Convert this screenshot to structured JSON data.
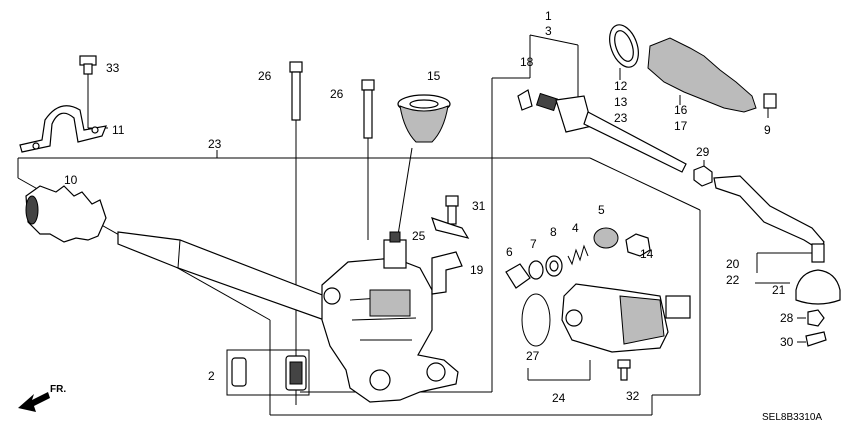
{
  "diagram": {
    "code": "SEL8B3310A",
    "direction_label": "FR.",
    "callouts": {
      "c1": "1",
      "c3": "3",
      "c18": "18",
      "c12": "12",
      "c13": "13",
      "c23a": "23",
      "c16": "16",
      "c17": "17",
      "c9": "9",
      "c33": "33",
      "c11": "11",
      "c26a": "26",
      "c26b": "26",
      "c15": "15",
      "c23b": "23",
      "c10": "10",
      "c29": "29",
      "c31": "31",
      "c25": "25",
      "c19": "19",
      "c6": "6",
      "c7": "7",
      "c8": "8",
      "c4": "4",
      "c5": "5",
      "c14": "14",
      "c20": "20",
      "c22": "22",
      "c21": "21",
      "c28": "28",
      "c30": "30",
      "c2": "2",
      "c27": "27",
      "c24": "24",
      "c32": "32"
    }
  }
}
